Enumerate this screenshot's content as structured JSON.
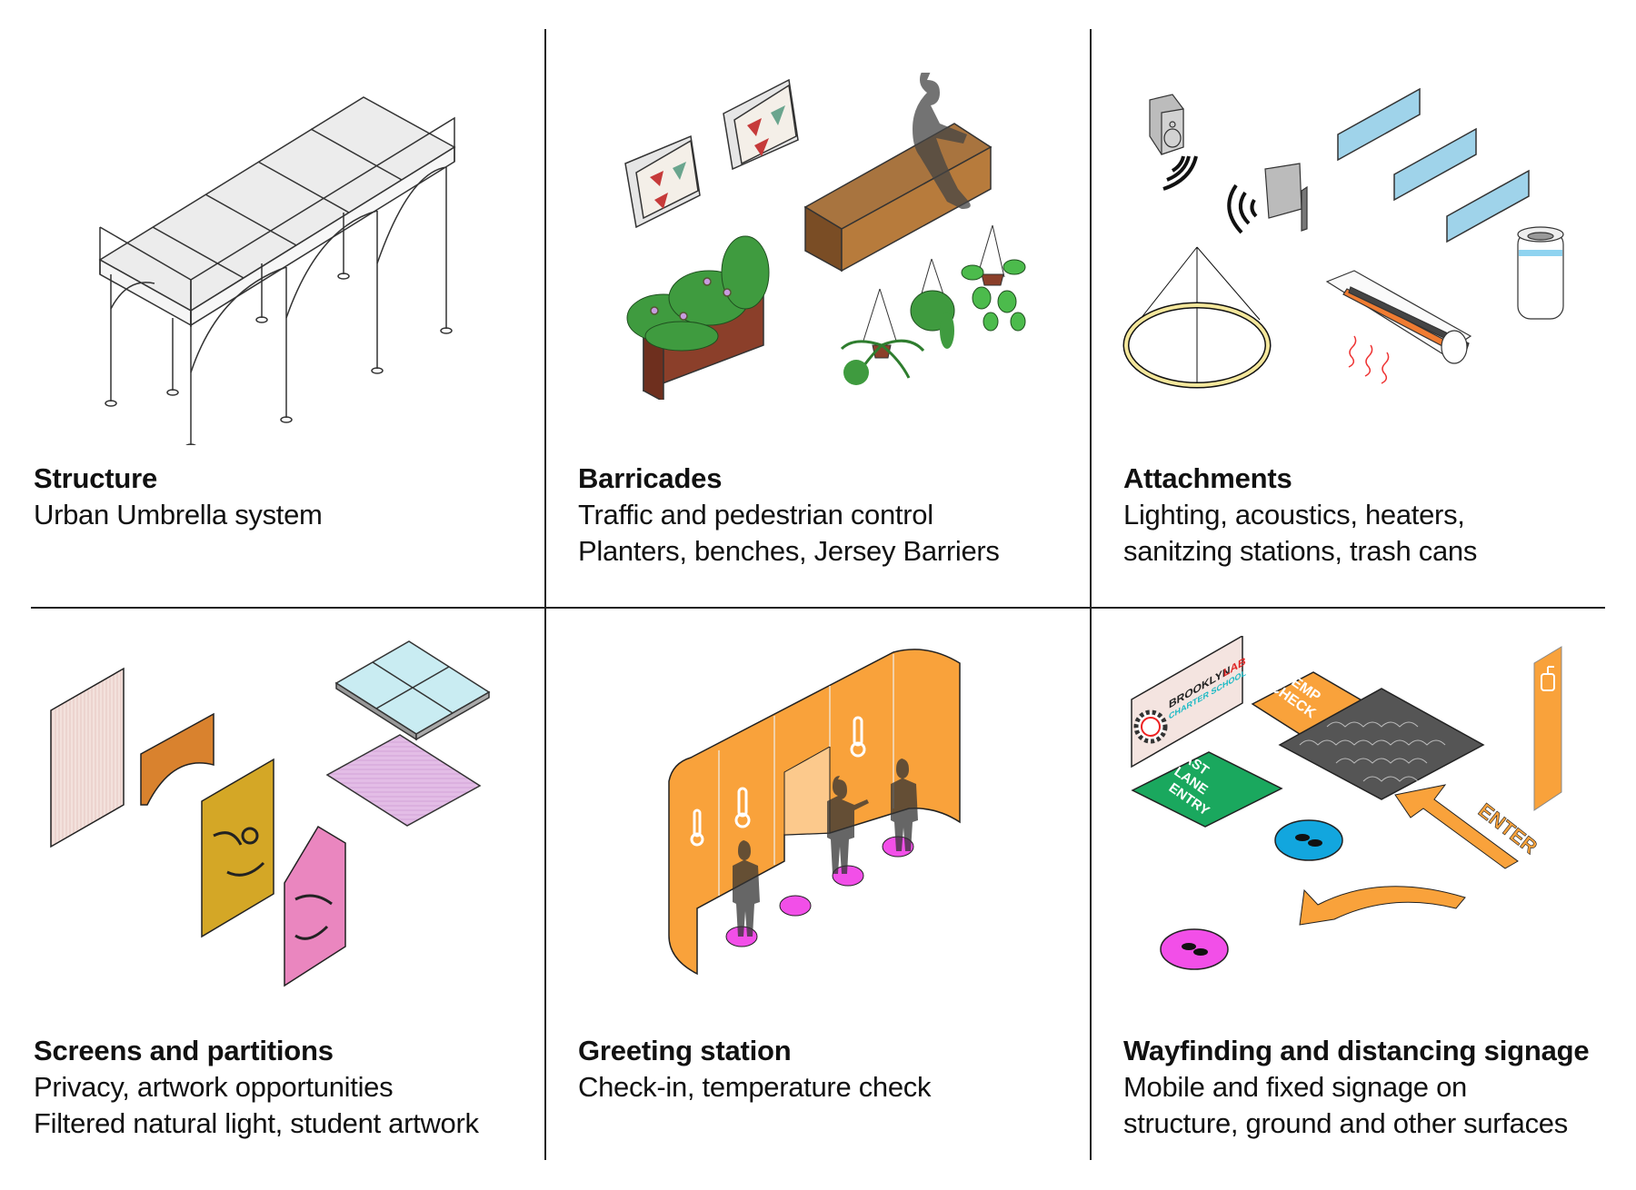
{
  "panels": [
    {
      "title": "Structure",
      "lines": [
        "Urban Umbrella system"
      ]
    },
    {
      "title": "Barricades",
      "lines": [
        "Traffic and pedestrian control",
        "Planters, benches, Jersey Barriers"
      ]
    },
    {
      "title": "Attachments",
      "lines": [
        "Lighting, acoustics, heaters,",
        "sanitzing stations, trash cans"
      ]
    },
    {
      "title": "Screens and partitions",
      "lines": [
        "Privacy, artwork opportunities",
        "Filtered natural light, student artwork"
      ]
    },
    {
      "title": "Greeting station",
      "lines": [
        "Check-in, temperature check"
      ]
    },
    {
      "title": "Wayfinding and distancing signage",
      "lines": [
        "Mobile and fixed signage on",
        "structure, ground and other surfaces"
      ]
    }
  ],
  "signage": {
    "school_name_1": "BROOKLYN",
    "school_name_2": "LAB",
    "school_name_3": "CHARTER SCHOOL",
    "temp_check_1": "TEMP",
    "temp_check_2": "CHECK",
    "fast_lane_1": "FAST",
    "fast_lane_2": "LANE",
    "fast_lane_3": "ENTRY",
    "enter": "ENTER"
  },
  "colors": {
    "orange": "#f9a23b",
    "magenta": "#f24fe8",
    "green": "#1aa85e",
    "blue": "#12a6de",
    "brick": "#8b3f2a",
    "wood": "#b77b3c",
    "panel_blue": "#9fd3ea",
    "line": "#222222"
  }
}
